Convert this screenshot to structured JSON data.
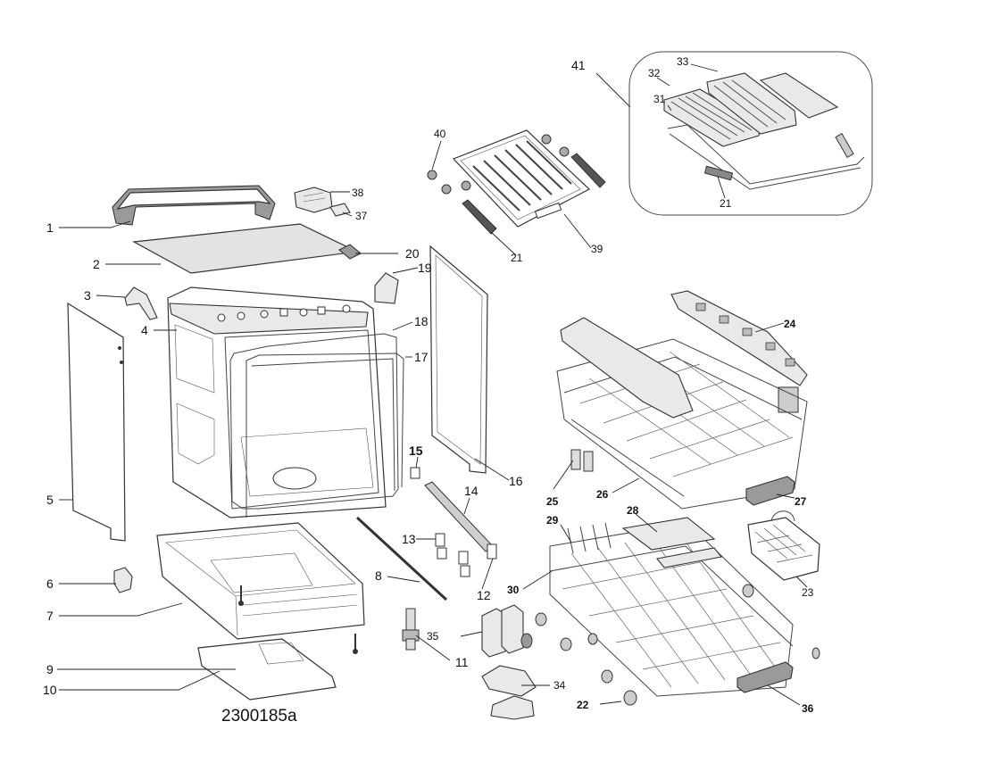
{
  "diagram": {
    "drawing_code": "2300185a",
    "callouts": [
      {
        "id": "c1",
        "text": "1"
      },
      {
        "id": "c2",
        "text": "2"
      },
      {
        "id": "c3",
        "text": "3"
      },
      {
        "id": "c4",
        "text": "4"
      },
      {
        "id": "c5",
        "text": "5"
      },
      {
        "id": "c6",
        "text": "6"
      },
      {
        "id": "c7",
        "text": "7"
      },
      {
        "id": "c8",
        "text": "8"
      },
      {
        "id": "c9",
        "text": "9"
      },
      {
        "id": "c10",
        "text": "10"
      },
      {
        "id": "c11",
        "text": "11"
      },
      {
        "id": "c12",
        "text": "12"
      },
      {
        "id": "c13",
        "text": "13"
      },
      {
        "id": "c14",
        "text": "14"
      },
      {
        "id": "c15",
        "text": "15"
      },
      {
        "id": "c16",
        "text": "16"
      },
      {
        "id": "c17",
        "text": "17"
      },
      {
        "id": "c18",
        "text": "18"
      },
      {
        "id": "c19",
        "text": "19"
      },
      {
        "id": "c20",
        "text": "20"
      },
      {
        "id": "c21a",
        "text": "21"
      },
      {
        "id": "c21b",
        "text": "21"
      },
      {
        "id": "c22",
        "text": "22"
      },
      {
        "id": "c23",
        "text": "23"
      },
      {
        "id": "c24",
        "text": "24"
      },
      {
        "id": "c25",
        "text": "25"
      },
      {
        "id": "c26",
        "text": "26"
      },
      {
        "id": "c27",
        "text": "27"
      },
      {
        "id": "c28",
        "text": "28"
      },
      {
        "id": "c29",
        "text": "29"
      },
      {
        "id": "c30",
        "text": "30"
      },
      {
        "id": "c31",
        "text": "31"
      },
      {
        "id": "c32",
        "text": "32"
      },
      {
        "id": "c33",
        "text": "33"
      },
      {
        "id": "c34",
        "text": "34"
      },
      {
        "id": "c35",
        "text": "35"
      },
      {
        "id": "c36",
        "text": "36"
      },
      {
        "id": "c37",
        "text": "37"
      },
      {
        "id": "c38",
        "text": "38"
      },
      {
        "id": "c39",
        "text": "39"
      },
      {
        "id": "c40",
        "text": "40"
      },
      {
        "id": "c41",
        "text": "41"
      }
    ]
  }
}
